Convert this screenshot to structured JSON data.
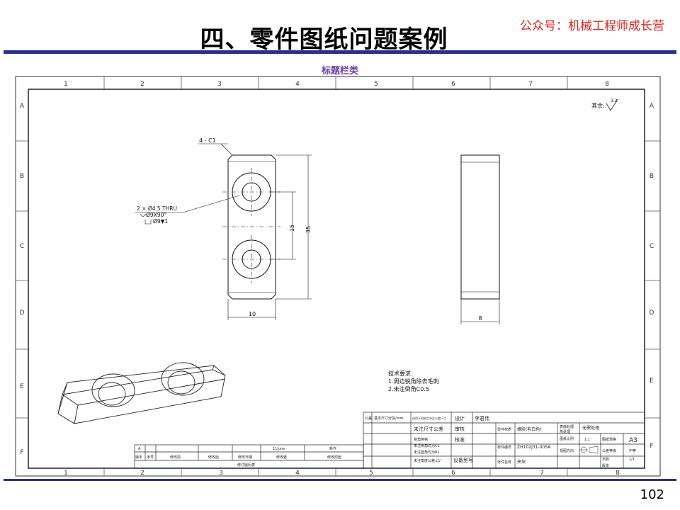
{
  "slide": {
    "title": "四、零件图纸问题案例",
    "wechat": "公众号：机械工程师成长营",
    "subtitle": "标题栏类",
    "page_number": "102"
  },
  "drawing": {
    "col_labels": [
      "1",
      "2",
      "3",
      "4",
      "5",
      "6",
      "7",
      "8"
    ],
    "row_labels": [
      "A",
      "B",
      "C",
      "D",
      "E",
      "F"
    ],
    "roughness": "其余:",
    "roughness_value": "3.2",
    "chamfer_callout": "4 - C1",
    "hole_callout_1": "2 × Ø4.5 THRU",
    "hole_callout_2": "Ø9X90°",
    "hole_callout_3": "Ø9▼1",
    "dim_35": "35",
    "dim_15": "15",
    "dim_10": "10",
    "dim_8": "8",
    "tech_title": "技术要求:",
    "tech_1": "1.周边锐角除去毛刺",
    "tech_2": "2.未注倒角C0.5",
    "tb": {
      "tol_tolerance": "公差",
      "tol_basic": "基本尺寸分段/mm",
      "tol_note": "适用于机加工未注公差尺寸",
      "design": "设计",
      "designer": "李君伟",
      "untol": "未注尺寸公差",
      "review": "审核",
      "approve": "核准",
      "device": "设备型号",
      "untol_a": "锐角倒钝",
      "untol_b": "未注倒角均为C1",
      "untol_c": "未注圆角均为R1",
      "untol_d": "未注角度公差±1°",
      "material_label": "零件材质",
      "material": "蜂胶(乳白色)",
      "part_no_label": "零件编号",
      "part_no": "ZH102J31-005A",
      "part_name_label": "零件名称",
      "part_name": "夹块",
      "surface_label": "表面处理",
      "surface": "无需处理",
      "heat_label": "热处理",
      "scale_label": "图纸比例",
      "scale": "1:1",
      "size_label": "图纸规格",
      "size": "A3",
      "view_label": "视图方向",
      "grade_label": "公差等级",
      "grade": "中等",
      "pages_label": "页数",
      "pages": "1/1",
      "version_label": "版本",
      "rev_a": "A",
      "rev_date": "11June",
      "rev_new": "新作",
      "rev_h_ver": "版本",
      "rev_h_no": "序号",
      "rev_h_before": "修改前",
      "rev_h_after": "修改后",
      "rev_h_date": "修改日期",
      "rev_h_by": "修改者",
      "rev_h_reason": "修改原因",
      "rev_footer": "修订履历表"
    }
  }
}
